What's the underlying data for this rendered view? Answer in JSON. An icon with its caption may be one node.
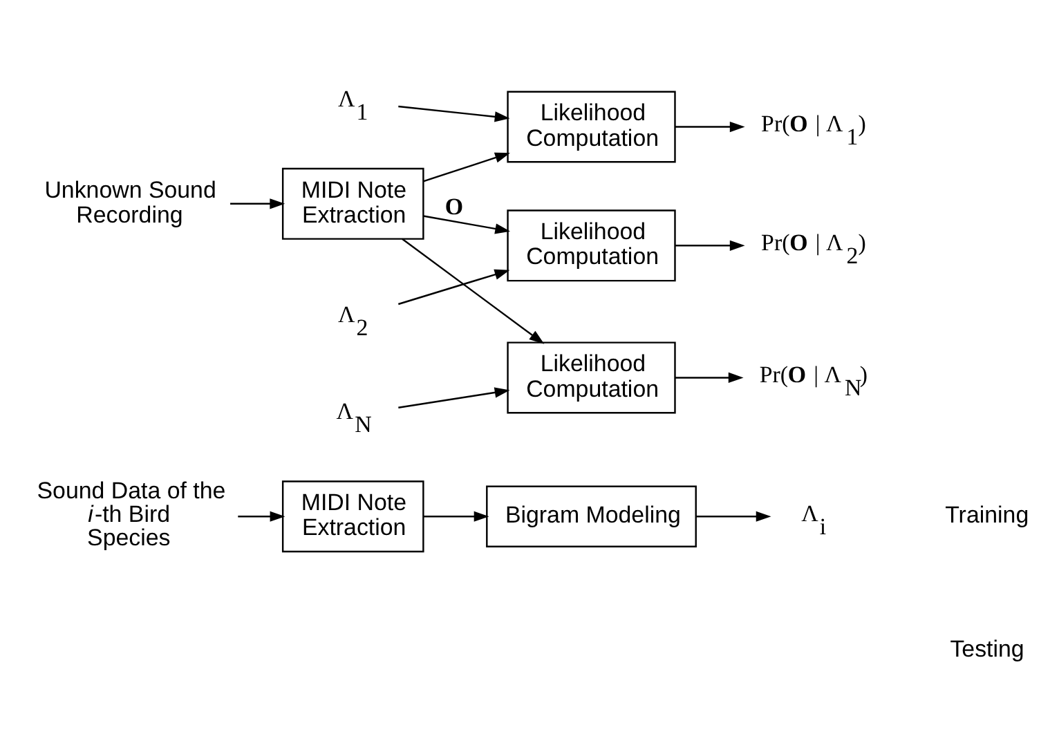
{
  "diagram": {
    "nodes": [
      {
        "text": [
          "Sound Data of the *i*-th Bird Species"
        ]
      },
      {
        "text": [
          "MIDI Note Extraction"
        ]
      },
      {
        "text": [
          "Bigram Modeling"
        ]
      },
      {
        "text": [
          "Λ$_{i}$"
        ]
      },
      {
        "text": [
          "Unknown Sound Recording"
        ]
      },
      {
        "text": [
          "MIDI Note Extraction"
        ]
      },
      {
        "text": [
          "Λ$_{1}$"
        ]
      },
      {
        "text": [
          "Likelihood Computation"
        ]
      },
      {
        "text": [
          "Pr(**O** | Λ$_{1}$)"
        ]
      },
      {
        "text": [
          "Λ$_{2}$"
        ]
      },
      {
        "text": [
          "Likelihood Computation"
        ]
      },
      {
        "text": [
          "Pr(**O** | Λ$_{2}$)"
        ]
      },
      {
        "text": [
          "Λ$_{N}$"
        ]
      },
      {
        "text": [
          "Likelihood Computation"
        ]
      },
      {
        "text": [
          "Pr(**O** | Λ$_{N}$)"
        ]
      }
    ],
    "edges": [
      {
        "from": 0,
        "to": 1,
        "arrow": "to"
      },
      {
        "from": 1,
        "to": 2,
        "arrow": "to"
      },
      {
        "from": 2,
        "to": 3,
        "arrow": "to"
      },
      {
        "from": 4,
        "to": 5,
        "arrow": "to"
      },
      {
        "from": 5,
        "to": 7,
        "arrow": "to"
      },
      {
        "from": 5,
        "to": 10,
        "arrow": "to",
        "label": "**O**"
      },
      {
        "from": 5,
        "to": 13,
        "arrow": "to"
      },
      {
        "from": 6,
        "to": 7,
        "arrow": "to"
      },
      {
        "from": 7,
        "to": 8,
        "arrow": "to"
      },
      {
        "from": 9,
        "to": 10,
        "arrow": "to"
      },
      {
        "from": 10,
        "to": 11,
        "arrow": "to"
      },
      {
        "from": 12,
        "to": 13,
        "arrow": "to"
      },
      {
        "from": 13,
        "to": 14,
        "arrow": "to"
      }
    ],
    "labels": [
      "Training",
      "Testing"
    ]
  }
}
